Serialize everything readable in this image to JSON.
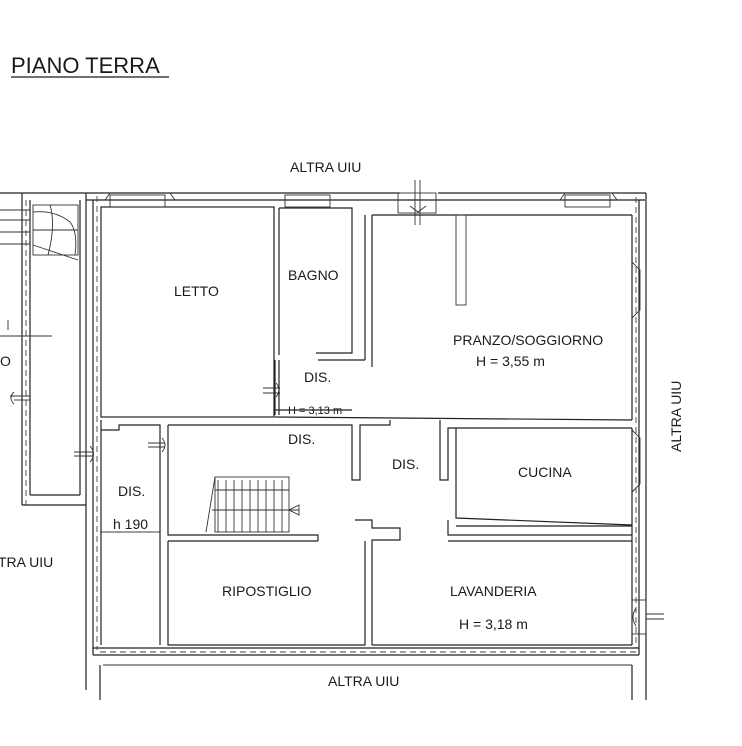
{
  "title": "PIANO TERRA",
  "neighbors": {
    "top": "ALTRA UIU",
    "right": "ALTRA UIU",
    "bottom": "ALTRA UIU",
    "left": "TRA UIU"
  },
  "rooms": {
    "letto": "LETTO",
    "bagno": "BAGNO",
    "pranzo": "PRANZO/SOGGIORNO",
    "pranzo_height": "H = 3,55 m",
    "dis_upper": "DIS.",
    "height_313": "H = 3,13 m",
    "dis_middle": "DIS.",
    "dis_center": "DIS.",
    "cucina": "CUCINA",
    "dis_left": "DIS.",
    "h190": "h 190",
    "ripostiglio": "RIPOSTIGLIO",
    "lavanderia": "LAVANDERIA",
    "lavanderia_height": "H = 3,18 m"
  },
  "fragments": {
    "left_o": "O"
  }
}
